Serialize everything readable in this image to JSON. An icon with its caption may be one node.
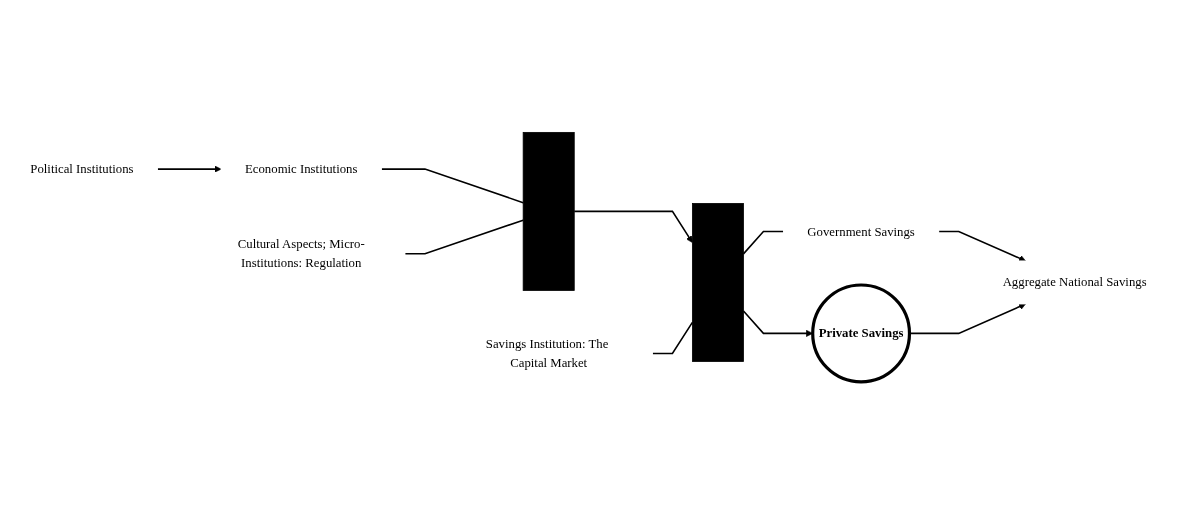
{
  "diagram": {
    "nodes": [
      {
        "text": [
          "Political Institutions"
        ]
      },
      {
        "text": [
          "Economic Institutions"
        ]
      },
      {
        "text": [
          "Cultural Aspects; Micro-Institutions: Regulation"
        ]
      },
      {
        "text": [],
        "shape": "box"
      },
      {
        "text": [],
        "shape": "box"
      },
      {
        "text": [
          "Savings Institution: The Capital Market"
        ]
      },
      {
        "text": [
          "Government Savings"
        ]
      },
      {
        "text": [
          "Private Savings"
        ]
      },
      {
        "text": [
          "Aggregate National Savings"
        ]
      }
    ],
    "edges": [
      {
        "from": 0,
        "to": 1,
        "arrow": "to"
      },
      {
        "from": 1,
        "to": 3,
        "arrow": "none"
      },
      {
        "from": 2,
        "to": 3,
        "arrow": "none"
      },
      {
        "from": 3,
        "to": 4,
        "arrow": "to"
      },
      {
        "from": 5,
        "to": 4,
        "arrow": "none"
      },
      {
        "from": 4,
        "to": 6,
        "arrow": "none"
      },
      {
        "from": 4,
        "to": 7,
        "arrow": "to"
      },
      {
        "from": 6,
        "to": 8,
        "arrow": "to"
      },
      {
        "from": 7,
        "to": 8,
        "arrow": "to"
      }
    ]
  }
}
